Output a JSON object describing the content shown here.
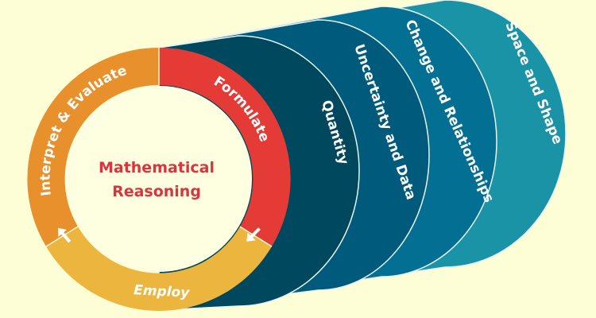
{
  "center_title": [
    "Mathematical",
    "Reasoning"
  ],
  "cycle": [
    {
      "label": "Formulate",
      "color": "#e53b37"
    },
    {
      "label": "Employ",
      "color": "#ebb53e"
    },
    {
      "label": "Interpret & Evaluate",
      "color": "#e8902c"
    }
  ],
  "content_areas": [
    {
      "label": "Quantity",
      "color": "#00485d"
    },
    {
      "label": "Uncertainty and Data",
      "color": "#005a7c"
    },
    {
      "label": "Change and Relationships",
      "color": "#036f92"
    },
    {
      "label": "Space and Shape",
      "color": "#1b93a7"
    }
  ],
  "background": "#fdfdd6"
}
